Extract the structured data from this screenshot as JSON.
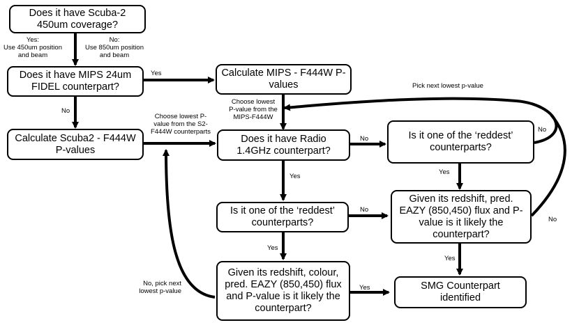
{
  "boxes": {
    "scuba450": "Does it have Scuba-2 450um coverage?",
    "mips24": "Does it have MIPS 24um FIDEL counterpart?",
    "calc_mips": "Calculate MIPS - F444W P-values",
    "calc_scuba2": "Calculate Scuba2 - F444W P-values",
    "radio": "Does it have Radio 1.4GHz counterpart?",
    "reddest_top": "Is it one of the ‘reddest’ counterparts?",
    "reddest_mid": "Is it one of the ‘reddest’ counterparts?",
    "given_eazy": "Given its redshift, pred. EAZY (850,450) flux and P-value is it likely the counterpart?",
    "given_colour": "Given its redshift, colour, pred. EAZY (850,450) flux and P-value is it likely the counterpart?",
    "smg": "SMG Counterpart identified"
  },
  "labels": {
    "yes_450": "Yes:\nUse 450um position\nand beam",
    "no_850": "No:\nUse 850um position\nand beam",
    "yes_mips": "Yes",
    "no_mips": "No",
    "choose_mips": "Choose lowest\nP-value from the\nMIPS-F444W",
    "choose_s2": "Choose lowest P-\nvalue from the S2-\nF444W counterparts",
    "pick_next": "Pick next lowest p-value",
    "no_radio": "No",
    "yes_radio": "Yes",
    "no_reddest_top": "No",
    "yes_reddest_top": "Yes",
    "no_reddest_mid": "No",
    "yes_reddest_mid": "Yes",
    "no_eazy": "No",
    "yes_eazy": "Yes",
    "yes_colour": "Yes",
    "no_pick_next": "No, pick next\nlowest p-value"
  }
}
